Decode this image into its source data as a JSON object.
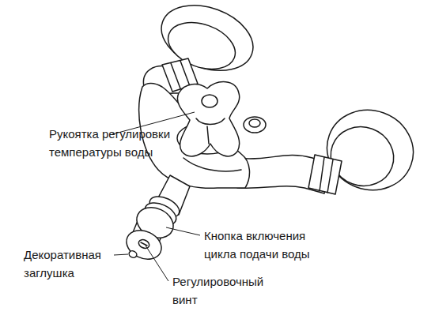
{
  "diagram": {
    "labels": [
      "Рукоятка регулировки температуры воды",
      "Кнопка включения цикла подачи воды",
      "Декоративная заглушка",
      "Регулировочный винт"
    ]
  }
}
